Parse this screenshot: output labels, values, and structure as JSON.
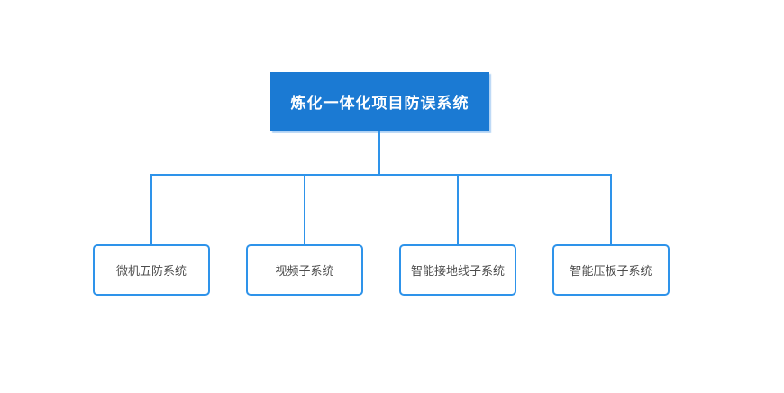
{
  "diagram": {
    "type": "org-chart",
    "root": {
      "label": "炼化一体化项目防误系统"
    },
    "children": [
      {
        "label": "微机五防系统"
      },
      {
        "label": "视频子系统"
      },
      {
        "label": "智能接地线子系统"
      },
      {
        "label": "智能压板子系统"
      }
    ],
    "colors": {
      "background": "#ffffff",
      "root_fill": "#1b7ad3",
      "root_text": "#ffffff",
      "connector": "#2e93ea",
      "child_border": "#2e93ea",
      "child_fill": "#ffffff",
      "child_text": "#4d4d4d"
    }
  }
}
